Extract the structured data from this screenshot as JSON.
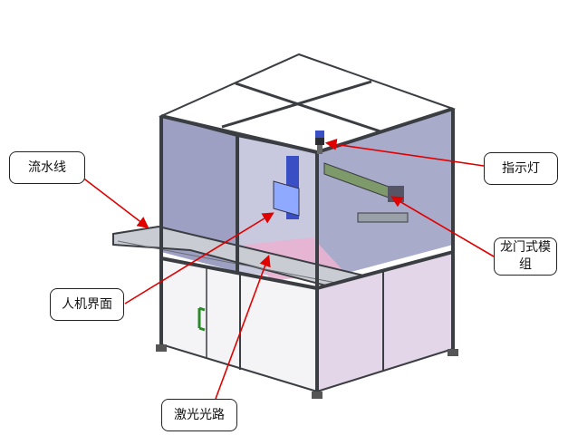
{
  "labels": {
    "assembly_line": "流水线",
    "indicator_light": "指示灯",
    "gantry_module_line1": "龙门式模",
    "gantry_module_line2": "组",
    "hmi": "人机界面",
    "laser_path": "激光光路"
  },
  "colors": {
    "frame": "#3a3d42",
    "glass": "#8c8fb8",
    "roof": "#ffffff",
    "cabinet": "#f4f4f6",
    "leader": "#e00000",
    "laser_zone": "#e9b3d2",
    "rail": "#7f9a6a",
    "blue_column": "#3b4fc4",
    "screen": "#8ea9ff"
  },
  "icons": [
    "indicator-light-icon",
    "handle-icon"
  ]
}
